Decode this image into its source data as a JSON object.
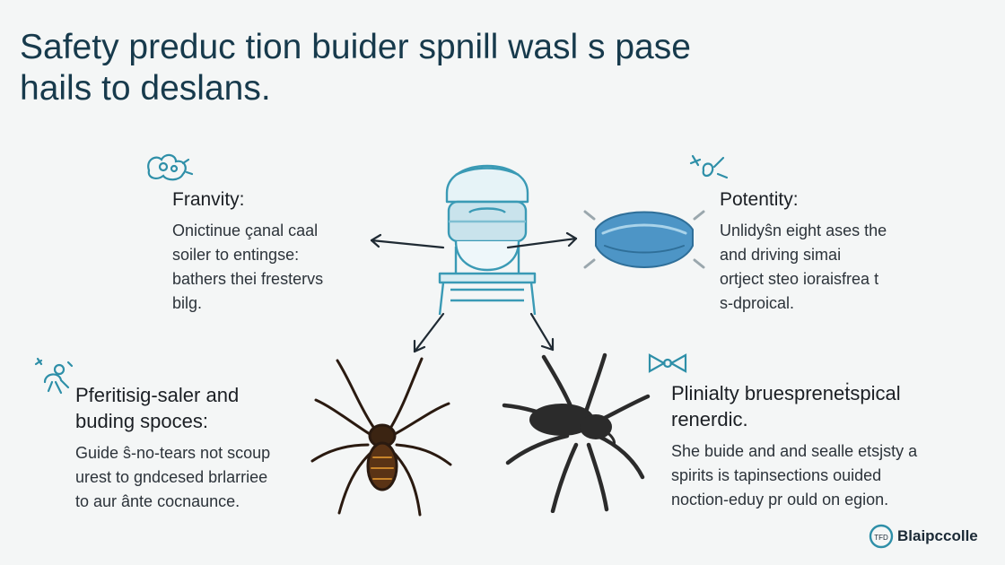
{
  "title": {
    "line1": "Safety preduc tion buider spnill wasl s pase",
    "line2": "hails to deslans."
  },
  "sections": {
    "top_left": {
      "icon": "cluster-doodle-icon",
      "heading": "Franvity:",
      "lines": [
        "Onictinue çanal caal",
        "soiler to entingse:",
        "bathers thei frestervs",
        "bilg."
      ]
    },
    "top_right": {
      "icon": "scribble-icon",
      "heading": "Potentity:",
      "lines": [
        "Unlidyŝn eight ases the",
        "and driving simai",
        "ortject steo ioraisfrea t",
        "s-dproical."
      ]
    },
    "bottom_left": {
      "icon": "sparkle-figure-icon",
      "heading_lines": [
        "Pferitisig-saler and",
        "buding spoces:"
      ],
      "lines": [
        "Guide ŝ-no-tears not scoup",
        "urest to gndcesed brlarriee",
        "to aur ânte cocnaunce."
      ]
    },
    "bottom_right": {
      "icon": "bow-doodle-icon",
      "heading_lines": [
        "Plinialty bruespreneṫspical",
        "renerdic."
      ],
      "lines": [
        "She buide and and sealle etsjsty a",
        "spirits is tapinsections ouided",
        "noction-eduy pr ould on egion."
      ]
    }
  },
  "illustrations": {
    "center": "face-shield-icon",
    "mask": "mask-icon",
    "spider_left": "spider-icon",
    "spider_right": "spider-silhouette-icon"
  },
  "logo": {
    "badge": "TFD",
    "text": "Blaipccolle"
  },
  "colors": {
    "accent": "#2e8fa8",
    "title": "#173a4c",
    "background": "#f4f6f6"
  }
}
